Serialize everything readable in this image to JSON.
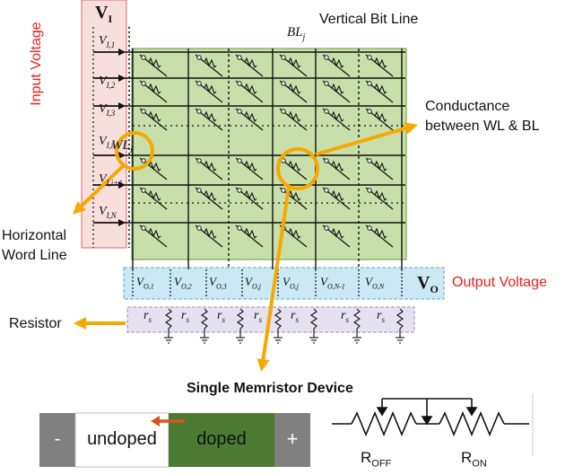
{
  "labels": {
    "input_voltage": "Input Voltage",
    "vertical_bit_line": "Vertical Bit Line",
    "conductance_line1": "Conductance",
    "conductance_line2": "between WL & BL",
    "horizontal_line1": "Horizontal",
    "horizontal_line2": "Word Line",
    "output_voltage": "Output Voltage",
    "resistor": "Resistor",
    "single_memristor": "Single Memristor Device",
    "vi_symbol": "V",
    "vi_sub": "I",
    "vo_symbol": "V",
    "vo_sub": "O",
    "bl_symbol": "BL",
    "bl_sub": "j",
    "wl_symbol": "WL",
    "wl_sub": "i"
  },
  "input_rows": [
    {
      "main": "V",
      "sub": "I,1"
    },
    {
      "main": "V",
      "sub": "I,2"
    },
    {
      "main": "V",
      "sub": "I,3"
    },
    {
      "main": "V",
      "sub": "I,i"
    },
    {
      "main": "V",
      "sub": "I,i+1"
    },
    {
      "main": "V",
      "sub": "I,N"
    }
  ],
  "output_cells": [
    {
      "main": "V",
      "sub": "O,1"
    },
    {
      "main": "V",
      "sub": "O,2"
    },
    {
      "main": "V",
      "sub": "O,3"
    },
    {
      "main": "V",
      "sub": "O,j"
    },
    {
      "main": "V",
      "sub": "O,j"
    },
    {
      "main": "V",
      "sub": "O,N-1"
    },
    {
      "main": "V",
      "sub": "O,N"
    }
  ],
  "resistor_cells": [
    {
      "main": "r",
      "sub": "s"
    },
    {
      "main": "r",
      "sub": "s"
    },
    {
      "main": "r",
      "sub": "s"
    },
    {
      "main": "r",
      "sub": "s"
    },
    {
      "main": "r",
      "sub": "s"
    },
    {
      "main": "r",
      "sub": "s"
    },
    {
      "main": "r",
      "sub": "s"
    }
  ],
  "device": {
    "minus": "-",
    "undoped": "undoped",
    "doped": "doped",
    "plus": "+",
    "r_off_main": "R",
    "r_off_sub": "OFF",
    "r_on_main": "R",
    "r_on_sub": "ON"
  },
  "colors": {
    "arrow_orange": "#f5a800",
    "label_red": "#e8211f",
    "grid_green": "#c9dfa9",
    "input_pink": "#f9dede",
    "output_blue": "#cbe9f5",
    "resistor_lavender": "#e6e1ef",
    "doped_green": "#4c7a32",
    "electrode_gray": "#808080"
  }
}
